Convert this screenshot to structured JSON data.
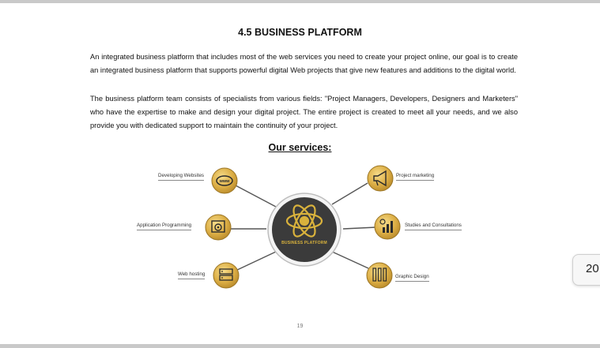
{
  "heading": "4.5 BUSINESS PLATFORM",
  "paragraphs": [
    "An integrated business platform that includes most of the web services you need to create your project online, our goal is to create an integrated business platform that supports powerful digital Web projects that give new features and additions to the digital world.",
    "The business platform team consists of specialists from various fields: \"Project Managers, Developers, Designers and Marketers\" who have the expertise to make and design your digital project. The entire project is created to meet all your needs, and we also provide you with dedicated support to maintain the continuity of your project."
  ],
  "services_title": "Our services:",
  "center_label": "BUSINESS PLATFORM",
  "services": {
    "developing_websites": "Developing Websites",
    "application_programming": "Application Programming",
    "web_hosting": "Web hosting",
    "project_marketing": "Project marketing",
    "studies_consultations": "Studies and Consultations",
    "graphic_design": "Graphic Design"
  },
  "icons": {
    "developing_websites": "www-icon",
    "application_programming": "code-gear-icon",
    "web_hosting": "server-icon",
    "project_marketing": "megaphone-icon",
    "studies_consultations": "chart-icon",
    "graphic_design": "design-tools-icon"
  },
  "page_number": "19",
  "next_page_tab": "20",
  "colors": {
    "gold": "#d4a537",
    "dark_circle": "#3b3b3b",
    "connector": "#555555"
  }
}
